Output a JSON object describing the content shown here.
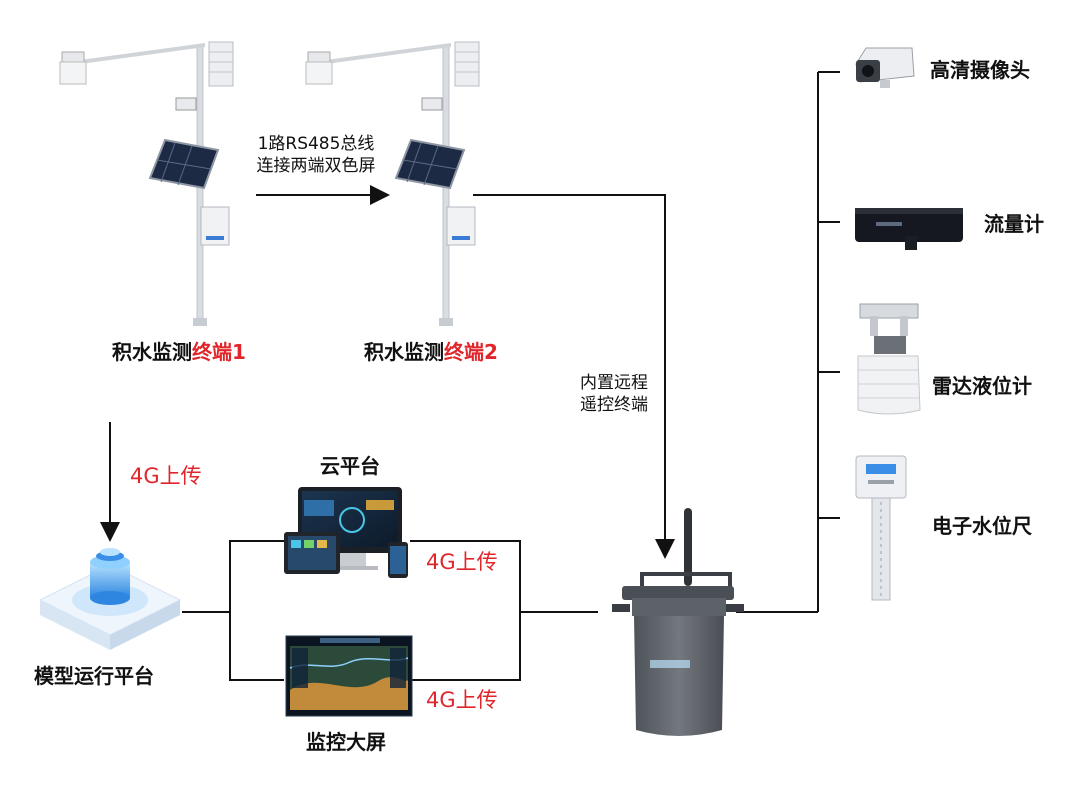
{
  "terminals": [
    {
      "name": "积水监测",
      "suffix": "终端1"
    },
    {
      "name": "积水监测",
      "suffix": "终端2"
    }
  ],
  "bus_note": {
    "line1": "1路RS485总线",
    "line2": "连接两端双色屏"
  },
  "remote_note": {
    "line1": "内置远程",
    "line2": "遥控终端"
  },
  "upload_4g": "4G上传",
  "upload_cloud": "4G上传",
  "upload_screen": "4G上传",
  "cloud_platform": "云平台",
  "monitor_screen": "监控大屏",
  "model_platform": "模型运行平台",
  "devices": [
    "高清摄像头",
    "流量计",
    "雷达液位计",
    "电子水位尺"
  ],
  "colors": {
    "accent_red": "#e0262b",
    "line": "#111111",
    "device_gray": "#5a5f66",
    "platform_blue": "#3a8ee6"
  }
}
